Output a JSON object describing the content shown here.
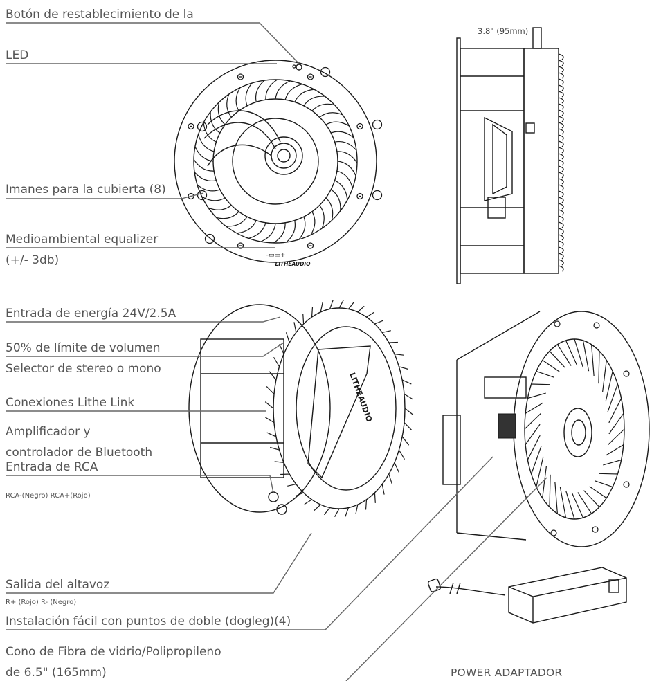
{
  "labels": {
    "reset_button": "Botón de restablecimiento de la",
    "led": "LED",
    "magnets": "Imanes para la cubierta (8)",
    "eq_title": "Medioambiental equalizer",
    "eq_range": "(+/- 3db)",
    "power_input": "Entrada de energía 24V/2.5A",
    "volume_limit": "50% de límite de volumen",
    "stereo_mono": "Selector de stereo o mono",
    "lithe_link": "Conexiones Lithe Link",
    "amp_line1": "Amplificador y",
    "amp_line2": "controlador de Bluetooth",
    "rca_input": "Entrada de RCA",
    "rca_polarity": "RCA-(Negro) RCA+(Rojo)",
    "speaker_output": "Salida del altavoz",
    "speaker_polarity": "R+ (Rojo) R- (Negro)",
    "dogleg": "Instalación fácil con puntos de doble (dogleg)(4)",
    "cone_line1": "Cono de Fibra de vidrio/Polipropileno",
    "cone_line2": "de 6.5\" (165mm)",
    "depth": "3.8\" (95mm)",
    "power_adapter": "POWER ADAPTADOR",
    "eq_switch": "–▭▭+",
    "brand": "LITHEAUDIO",
    "brand_rear": "LITHEAUDIO"
  }
}
